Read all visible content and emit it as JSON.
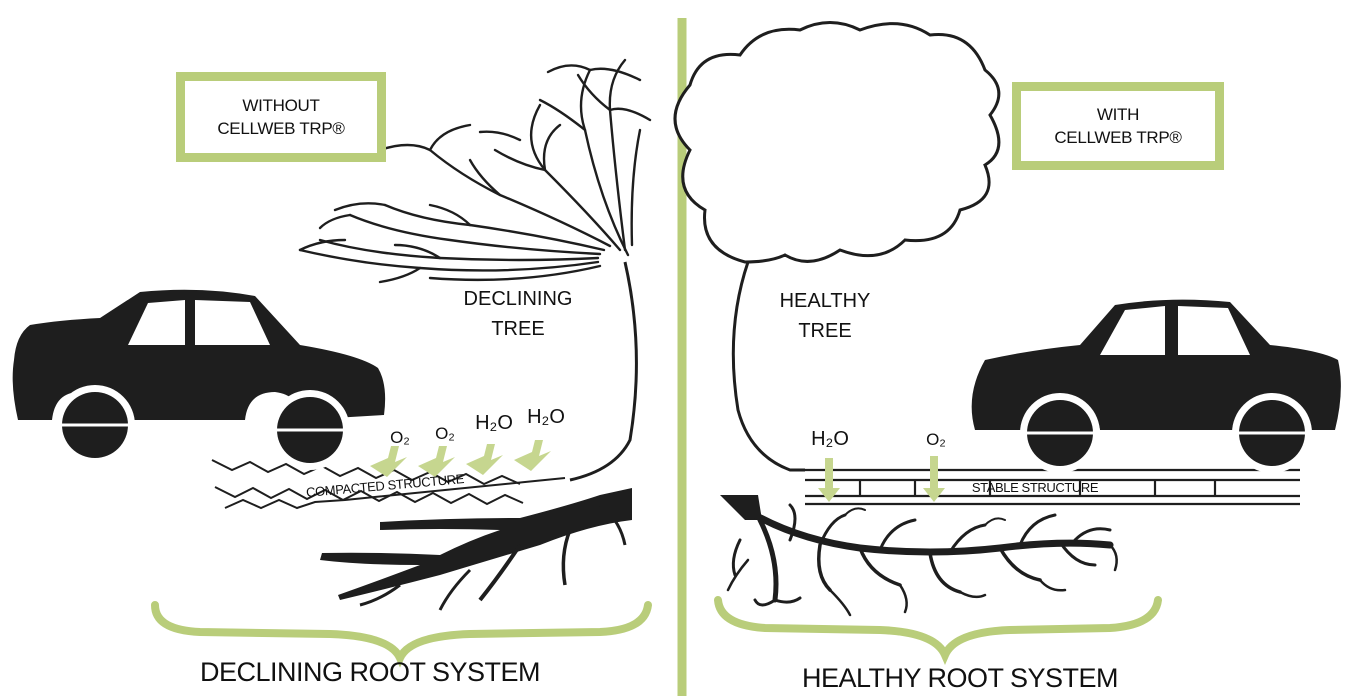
{
  "left_panel": {
    "box_line1": "WITHOUT",
    "box_line2": "CELLWEB TRP®",
    "tree_line1": "DECLINING",
    "tree_line2": "TREE",
    "o2_a": "O₂",
    "o2_b": "O₂",
    "h2o_a": "H₂O",
    "h2o_b": "H₂O",
    "structure": "COMPACTED STRUCTURE",
    "root_label": "DECLINING ROOT SYSTEM"
  },
  "right_panel": {
    "box_line1": "WITH",
    "box_line2": "CELLWEB TRP®",
    "tree_line1": "HEALTHY",
    "tree_line2": "TREE",
    "h2o": "H₂O",
    "o2": "O₂",
    "structure": "STABLE STRUCTURE",
    "root_label": "HEALTHY ROOT SYSTEM"
  },
  "colors": {
    "accent_green": "#b9cd7a",
    "arrow_green": "#c6d68f",
    "ink": "#1e1e1e"
  },
  "icons": [
    "car-icon",
    "declining-tree-icon",
    "healthy-tree-icon",
    "arrow-icon"
  ]
}
